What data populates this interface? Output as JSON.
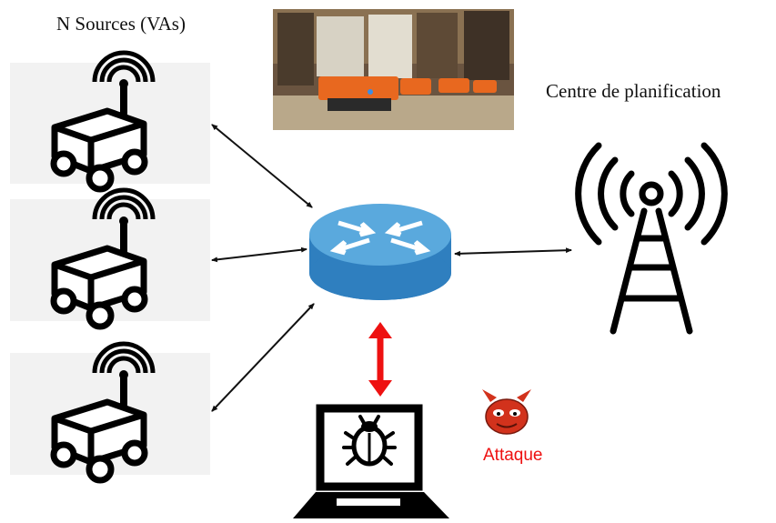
{
  "labels": {
    "sources_title": "N Sources (VAs)",
    "center_title": "Centre de planification",
    "attack_label": "Attaque"
  },
  "colors": {
    "router_top": "#5aa9dd",
    "router_side": "#2f7fbf",
    "attack_arrow": "#ee1111",
    "attack_text": "#ee1111",
    "devil_face": "#d2321c",
    "vehicle_box": "#f2f2f2",
    "robot_orange": "#e8681f"
  },
  "nodes": [
    "vehicle-1",
    "vehicle-2",
    "vehicle-3",
    "router",
    "planning-center-antenna",
    "attacker-laptop",
    "warehouse-photo",
    "devil-icon"
  ]
}
